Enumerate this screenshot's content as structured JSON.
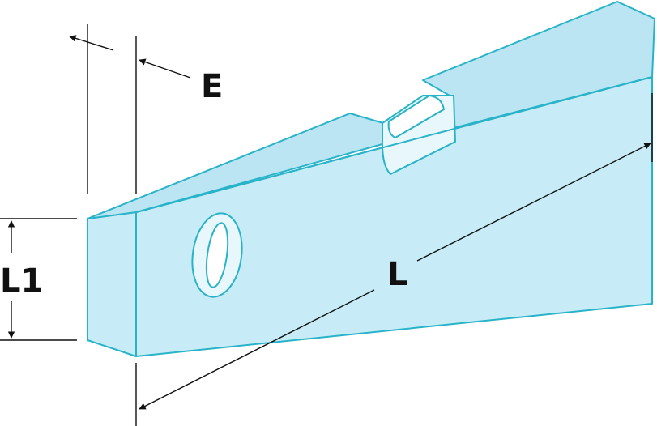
{
  "dimensions": {
    "thickness_label": "E",
    "height_label": "L1",
    "length_label": "L"
  },
  "colors": {
    "body_fill": "#c7ecf7",
    "top_fill": "#bce5f4",
    "vial_fill": "#e8f7fc",
    "outline": "#29b3c8",
    "dimension_line": "#111111"
  }
}
